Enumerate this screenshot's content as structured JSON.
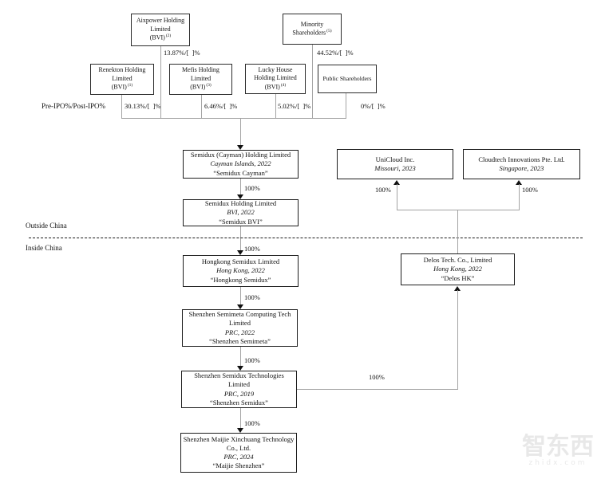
{
  "labels": {
    "pre_ipo": "Pre-IPO%/Post-IPO%",
    "outside_china": "Outside China",
    "inside_china": "Inside China"
  },
  "shareholders": {
    "aixpower": {
      "name": "Aixpower Holding Limited",
      "bvi": "(BVI)",
      "sup": "(2)",
      "pct": "13.87%/[  ]%"
    },
    "minority": {
      "name": "Minority Shareholders",
      "sup": "(5)",
      "pct": "44.52%/[  ]%"
    },
    "renekton": {
      "name": "Renekton Holding Limited",
      "bvi": "(BVI)",
      "sup": "(1)",
      "pct": "30.13%/[  ]%"
    },
    "mefis": {
      "name": "Mefis Holding Limited",
      "bvi": "(BVI)",
      "sup": "(3)",
      "pct": "6.46%/[  ]%"
    },
    "lucky": {
      "name": "Lucky House Holding Limited",
      "bvi": "(BVI)",
      "sup": "(4)",
      "pct": "5.02%/[  ]%"
    },
    "public": {
      "name": "Public Shareholders",
      "pct": "0%/[  ]%"
    }
  },
  "companies": {
    "cayman": {
      "name": "Semidux (Cayman) Holding Limited",
      "origin": "Cayman Islands, 2022",
      "alias": "“Semidux Cayman”"
    },
    "bvi": {
      "name": "Semidux Holding Limited",
      "origin": "BVI, 2022",
      "alias": "“Semidux BVI”"
    },
    "hongkong": {
      "name": "Hongkong Semidux Limited",
      "origin": "Hong Kong, 2022",
      "alias": "“Hongkong Semidux”"
    },
    "semimeta": {
      "name": "Shenzhen Semimeta Computing Tech Limited",
      "origin": "PRC, 2022",
      "alias": "“Shenzhen Semimeta”"
    },
    "szsemidux": {
      "name": "Shenzhen Semidux Technologies Limited",
      "origin": "PRC, 2019",
      "alias": "“Shenzhen Semidux”"
    },
    "maijie": {
      "name": "Shenzhen Maijie Xinchuang Technology Co., Ltd.",
      "origin": "PRC, 2024",
      "alias": "“Maijie Shenzhen”"
    },
    "unicloud": {
      "name": "UniCloud Inc.",
      "origin": "Missouri, 2023"
    },
    "cloudtech": {
      "name": "Cloudtech Innovations Pte. Ltd.",
      "origin": "Singapore, 2023"
    },
    "delos": {
      "name": "Delos Tech. Co., Limited",
      "origin": "Hong Kong, 2022",
      "alias": "“Delos HK”"
    }
  },
  "edges": {
    "pct100": "100%"
  },
  "watermark": {
    "logo": "智东西",
    "site": "zhidx.com"
  }
}
